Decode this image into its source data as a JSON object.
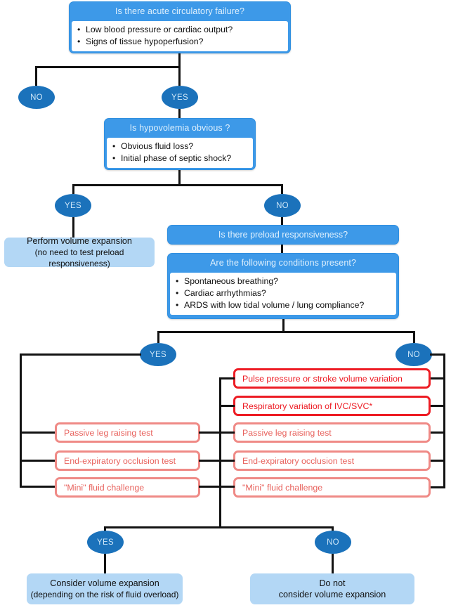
{
  "title": "Fluid responsiveness decision flowchart",
  "colors": {
    "header_blue": "#3d99e8",
    "ellipse_blue": "#1b72bb",
    "outcome_light_blue": "#b3d7f5",
    "test_red_strong": "#ed1c24",
    "test_red_soft": "#ef8a86",
    "line_black": "#121212"
  },
  "q1": {
    "header": "Is there acute circulatory failure?",
    "bullets": [
      "Low blood pressure or cardiac output?",
      "Signs of tissue hypoperfusion?"
    ]
  },
  "q1_branches": {
    "no": "NO",
    "yes": "YES"
  },
  "q2": {
    "header": "Is hypovolemia obvious ?",
    "bullets": [
      "Obvious fluid loss?",
      "Initial phase of septic shock?"
    ]
  },
  "q2_branches": {
    "yes": "YES",
    "no": "NO"
  },
  "outcome_hypovolemia": {
    "line1": "Perform volume expansion",
    "line2": "(no need to test preload responsiveness)"
  },
  "q3": {
    "header": "Is there preload responsiveness?"
  },
  "q4": {
    "header": "Are the following conditions present?",
    "bullets": [
      "Spontaneous breathing?",
      "Cardiac arrhythmias?",
      "ARDS with low tidal volume / lung compliance?"
    ]
  },
  "q4_branches": {
    "yes": "YES",
    "no": "NO"
  },
  "tests_right": [
    {
      "label": "Pulse pressure or stroke volume variation",
      "style": "strong"
    },
    {
      "label": "Respiratory variation of IVC/SVC*",
      "style": "strong"
    },
    {
      "label": "Passive leg raising test",
      "style": "soft"
    },
    {
      "label": "End-expiratory occlusion test",
      "style": "soft"
    },
    {
      "label": "\"Mini\" fluid challenge",
      "style": "soft"
    }
  ],
  "tests_left": [
    {
      "label": "Passive leg raising test",
      "style": "soft"
    },
    {
      "label": "End-expiratory occlusion test",
      "style": "soft"
    },
    {
      "label": "\"Mini\" fluid challenge",
      "style": "soft"
    }
  ],
  "final_branches": {
    "yes": "YES",
    "no": "NO"
  },
  "outcome_yes": {
    "line1": "Consider volume expansion",
    "line2": "(depending on the risk of fluid overload)"
  },
  "outcome_no": {
    "line1": "Do not",
    "line2": "consider volume expansion"
  }
}
